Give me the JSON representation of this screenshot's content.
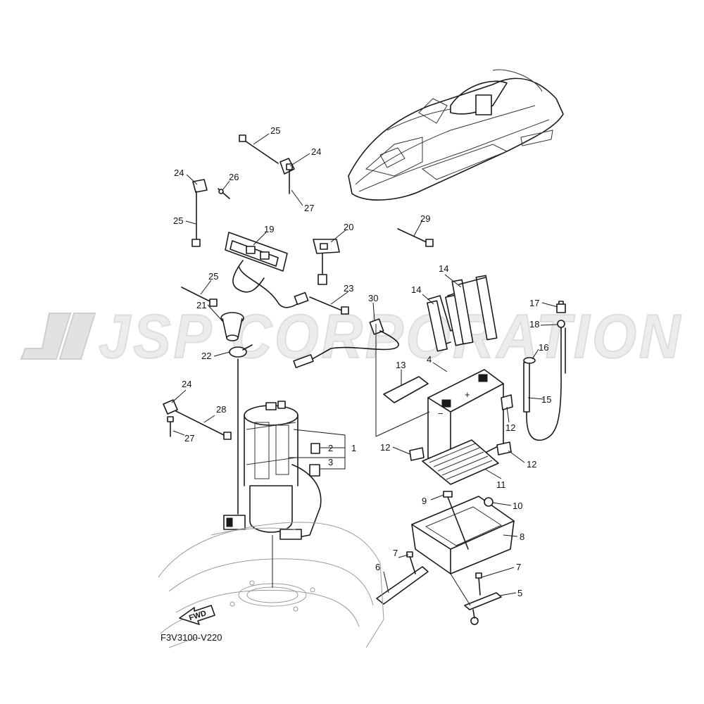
{
  "diagram": {
    "diagram_code": "F3V3100-V220",
    "fwd_label": "FWD",
    "watermark": "JSP CORPORATION",
    "callouts": [
      {
        "id": "c25a",
        "label": "25"
      },
      {
        "id": "c24a",
        "label": "24"
      },
      {
        "id": "c24b",
        "label": "24"
      },
      {
        "id": "c26",
        "label": "26"
      },
      {
        "id": "c27a",
        "label": "27"
      },
      {
        "id": "c25b",
        "label": "25"
      },
      {
        "id": "c19",
        "label": "19"
      },
      {
        "id": "c20",
        "label": "20"
      },
      {
        "id": "c29",
        "label": "29"
      },
      {
        "id": "c25c",
        "label": "25"
      },
      {
        "id": "c23",
        "label": "23"
      },
      {
        "id": "c30",
        "label": "30"
      },
      {
        "id": "c14a",
        "label": "14"
      },
      {
        "id": "c14b",
        "label": "14"
      },
      {
        "id": "c17",
        "label": "17"
      },
      {
        "id": "c18",
        "label": "18"
      },
      {
        "id": "c21",
        "label": "21"
      },
      {
        "id": "c22",
        "label": "22"
      },
      {
        "id": "c16",
        "label": "16"
      },
      {
        "id": "c4",
        "label": "4"
      },
      {
        "id": "c13",
        "label": "13"
      },
      {
        "id": "c15",
        "label": "15"
      },
      {
        "id": "c24c",
        "label": "24"
      },
      {
        "id": "c28",
        "label": "28"
      },
      {
        "id": "c27b",
        "label": "27"
      },
      {
        "id": "c12a",
        "label": "12"
      },
      {
        "id": "c1",
        "label": "1"
      },
      {
        "id": "c2",
        "label": "2"
      },
      {
        "id": "c3",
        "label": "3"
      },
      {
        "id": "c12b",
        "label": "12"
      },
      {
        "id": "c12c",
        "label": "12"
      },
      {
        "id": "c11",
        "label": "11"
      },
      {
        "id": "c9",
        "label": "9"
      },
      {
        "id": "c10",
        "label": "10"
      },
      {
        "id": "c8",
        "label": "8"
      },
      {
        "id": "c7a",
        "label": "7"
      },
      {
        "id": "c6",
        "label": "6"
      },
      {
        "id": "c7b",
        "label": "7"
      },
      {
        "id": "c5",
        "label": "5"
      }
    ]
  }
}
